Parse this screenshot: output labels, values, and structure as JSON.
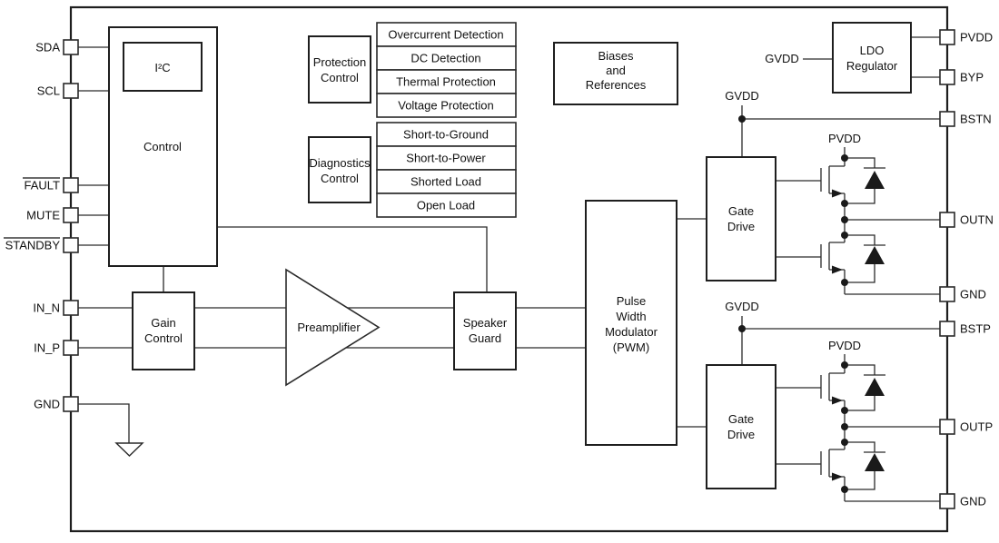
{
  "diagram": {
    "colors": {
      "line": "#2a2a2a",
      "background": "#ffffff",
      "text": "#111111"
    },
    "pins_left": [
      {
        "label": "SDA"
      },
      {
        "label": "SCL"
      },
      {
        "label": "FAULT",
        "overline": true
      },
      {
        "label": "MUTE"
      },
      {
        "label": "STANDBY",
        "overline": true
      },
      {
        "label": "IN_N"
      },
      {
        "label": "IN_P"
      },
      {
        "label": "GND"
      }
    ],
    "pins_right": [
      {
        "label": "PVDD"
      },
      {
        "label": "BYP"
      },
      {
        "label": "BSTN"
      },
      {
        "label": "OUTN"
      },
      {
        "label": "GND"
      },
      {
        "label": "BSTP"
      },
      {
        "label": "OUTP"
      },
      {
        "label": "GND"
      }
    ],
    "blocks": {
      "control": {
        "label": "Control"
      },
      "i2c": {
        "label": "I²C"
      },
      "gain": {
        "line1": "Gain",
        "line2": "Control"
      },
      "preamp": {
        "label": "Preamplifier"
      },
      "speaker_guard": {
        "line1": "Speaker",
        "line2": "Guard"
      },
      "pwm": {
        "line1": "Pulse",
        "line2": "Width",
        "line3": "Modulator",
        "line4": "(PWM)"
      },
      "protection": {
        "line1": "Protection",
        "line2": "Control"
      },
      "protection_items": [
        "Overcurrent Detection",
        "DC Detection",
        "Thermal Protection",
        "Voltage Protection"
      ],
      "diagnostics": {
        "line1": "Diagnostics",
        "line2": "Control"
      },
      "diagnostics_items": [
        "Short-to-Ground",
        "Short-to-Power",
        "Shorted Load",
        "Open Load"
      ],
      "biases": {
        "line1": "Biases",
        "line2": "and",
        "line3": "References"
      },
      "ldo": {
        "line1": "LDO",
        "line2": "Regulator"
      },
      "gate_drive": {
        "line1": "Gate",
        "line2": "Drive"
      }
    },
    "net_labels": {
      "gvdd_ldo": "GVDD",
      "gvdd_n": "GVDD",
      "gvdd_p": "GVDD",
      "pvdd_n": "PVDD",
      "pvdd_p": "PVDD"
    }
  }
}
